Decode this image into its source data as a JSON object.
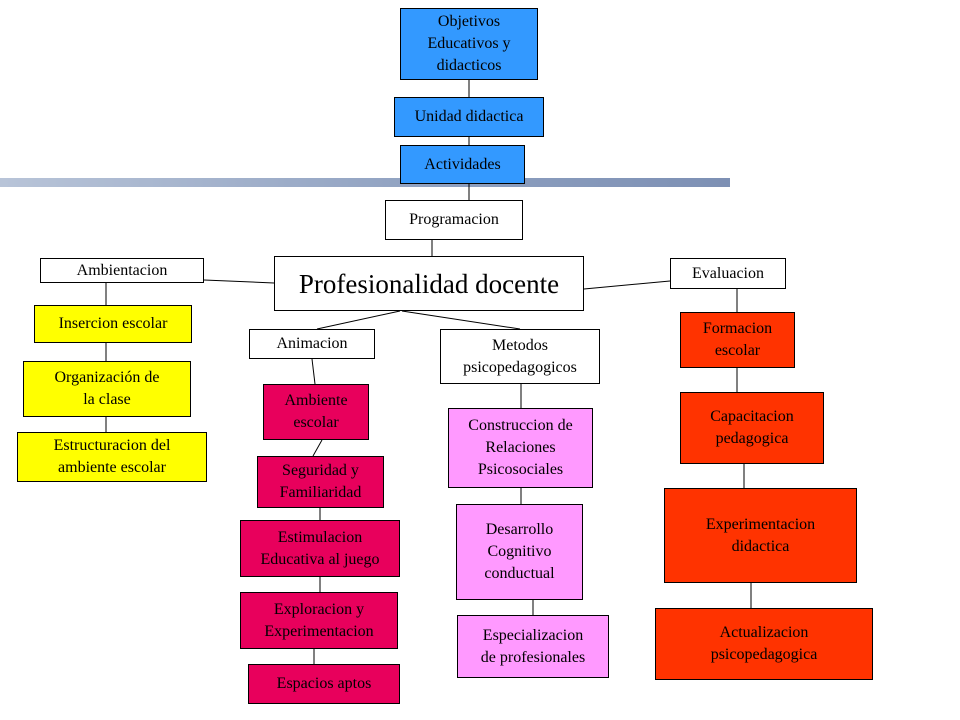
{
  "diagram": {
    "top_chain": {
      "objetivos": "Objetivos\nEducativos y\ndidacticos",
      "unidad": "Unidad didactica",
      "actividades": "Actividades",
      "programacion": "Programacion"
    },
    "center": "Profesionalidad docente",
    "ambientacion": {
      "label": "Ambientacion",
      "items": [
        "Insercion escolar",
        "Organización de\nla clase",
        "Estructuracion del\nambiente escolar"
      ]
    },
    "animacion": {
      "label": "Animacion",
      "items": [
        "Ambiente\nescolar",
        "Seguridad y\nFamiliaridad",
        "Estimulacion\nEducativa al juego",
        "Exploracion y\nExperimentacion",
        "Espacios aptos"
      ]
    },
    "metodos": {
      "label": "Metodos\npsicopedagogicos",
      "items": [
        "Construccion de\nRelaciones\nPsicosociales",
        "Desarrollo\nCognitivo\nconductual",
        "Especializacion\nde profesionales"
      ]
    },
    "evaluacion": {
      "label": "Evaluacion",
      "items": [
        "Formacion\nescolar",
        "Capacitacion\npedagogica",
        "Experimentacion\ndidactica",
        "Actualizacion\npsicopedagogica"
      ]
    },
    "colors": {
      "top_chain": "#3399ff",
      "ambientacion_items": "#ffff00",
      "animacion_items": "#e8005c",
      "metodos_items": "#ff99ff",
      "evaluacion_items": "#ff3300"
    }
  }
}
